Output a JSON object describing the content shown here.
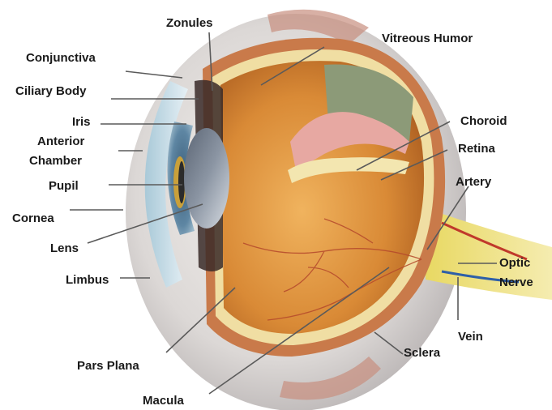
{
  "labels": {
    "zonules": "Zonules",
    "conjunctiva": "Conjunctiva",
    "ciliary_body": "Ciliary Body",
    "iris": "Iris",
    "anterior": "Anterior",
    "chamber": "Chamber",
    "pupil": "Pupil",
    "cornea": "Cornea",
    "lens": "Lens",
    "limbus": "Limbus",
    "vitreous_humor": "Vitreous Humor",
    "choroid": "Choroid",
    "retina": "Retina",
    "artery": "Artery",
    "optic": "Optic",
    "nerve": "Nerve",
    "vein": "Vein",
    "sclera": "Sclera",
    "pars_plana": "Pars Plana",
    "macula": "Macula"
  }
}
